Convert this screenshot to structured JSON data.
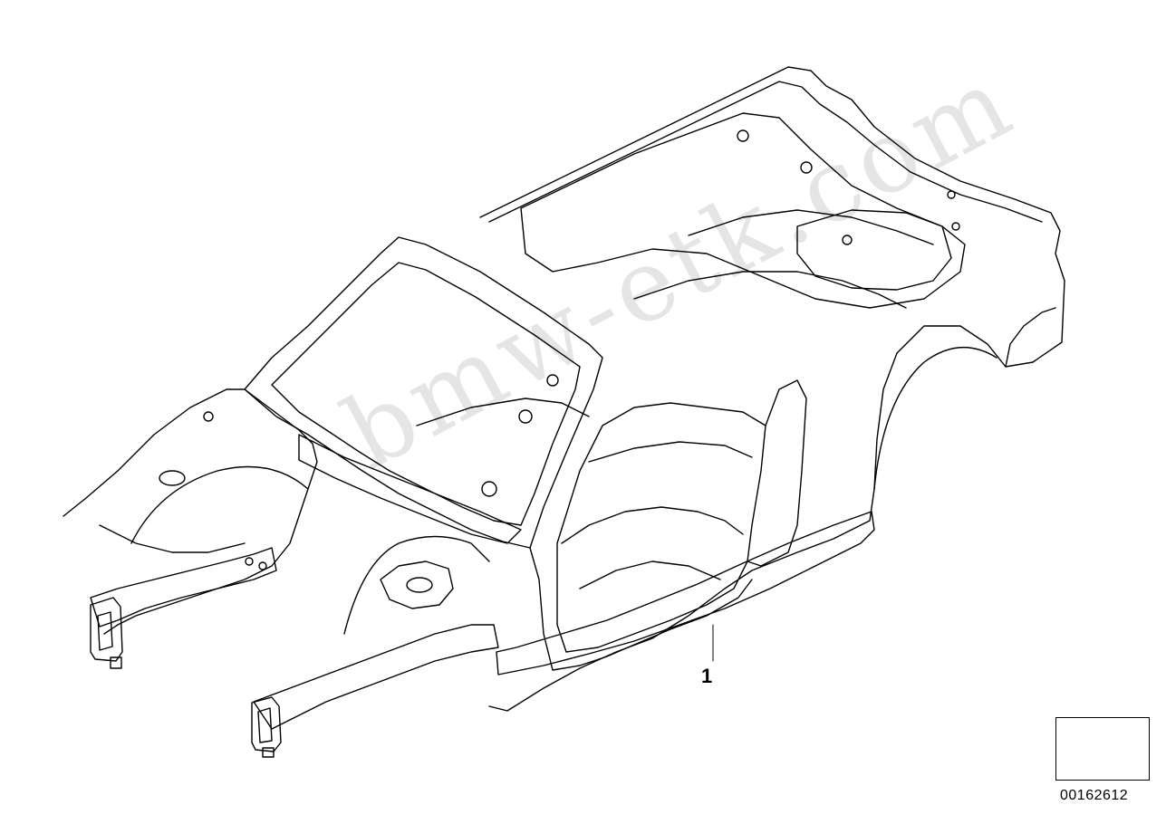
{
  "diagram": {
    "callout_number": "1",
    "reference_code": "00162612",
    "watermark": "bmw-etk.com",
    "nav_icon": "arrow-left-down-icon"
  },
  "colors": {
    "line": "#000000",
    "background": "#ffffff"
  }
}
